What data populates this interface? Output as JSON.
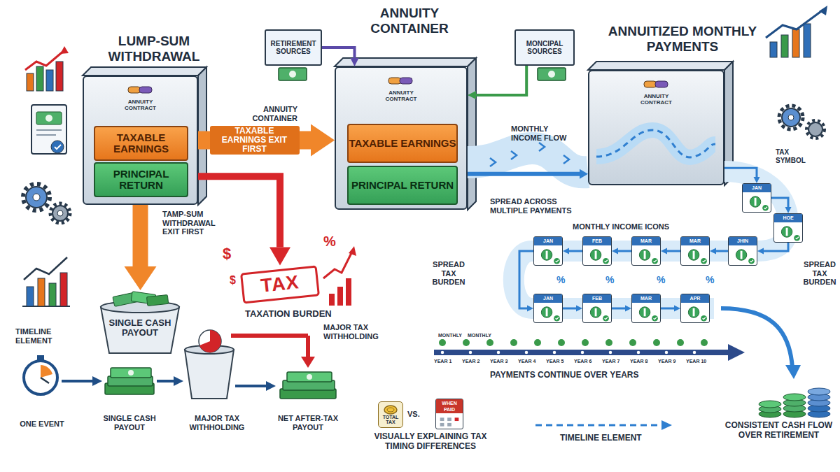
{
  "diagram": {
    "nodes": [
      {
        "text": [
          "ANNUITY CONTRACT"
        ]
      },
      {
        "text": [
          "TAXABLE EARNINGS"
        ],
        "in": 0
      },
      {
        "text": [
          "PRINCIPAL RETURN"
        ],
        "in": 0
      },
      {
        "text": [
          "RETIREMENT SOURCES"
        ]
      },
      {
        "text": [
          "MONCIPAL SOURCES"
        ]
      },
      {
        "text": [
          "ANNUITY CONTRACT"
        ]
      },
      {
        "text": [
          "TAXABLE EARNINGS"
        ],
        "in": 5
      },
      {
        "text": [
          "PRINCIPAL RETURN"
        ],
        "in": 5
      },
      {
        "text": [
          "ANNUITY CONTRACT"
        ]
      },
      {
        "text": [
          "TAX"
        ]
      },
      {
        "text": [
          "SINGLE CASH PAYOUT"
        ]
      },
      {
        "text": [
          "JAN"
        ]
      },
      {
        "text": [
          "HOE"
        ]
      },
      {
        "text": [
          "JAN"
        ]
      },
      {
        "text": [
          "FEB"
        ]
      },
      {
        "text": [
          "MAR"
        ]
      },
      {
        "text": [
          "MAR"
        ]
      },
      {
        "text": [
          "JHIN"
        ]
      },
      {
        "text": [
          "JAN"
        ]
      },
      {
        "text": [
          "FEB"
        ]
      },
      {
        "text": [
          "MAR"
        ]
      },
      {
        "text": [
          "APR"
        ]
      },
      {
        "text": [
          "TOTAL TAX"
        ]
      },
      {
        "text": [
          "WHEN PAID"
        ]
      }
    ],
    "edges": [
      {
        "from": 3,
        "to": 5,
        "arrow": "to"
      },
      {
        "from": 4,
        "to": 5,
        "arrow": "to"
      },
      {
        "from": 0,
        "to": 5,
        "label": "TAXABLE EARNINGS EXIT FIRST",
        "arrow": "to"
      },
      {
        "from": 0,
        "to": 9,
        "arrow": "to"
      },
      {
        "from": 0,
        "to": 10,
        "arrow": "to"
      },
      {
        "from": 5,
        "to": 8,
        "arrow": "to"
      },
      {
        "from": 8,
        "to": 11,
        "arrow": "to"
      },
      {
        "from": 11,
        "to": 12,
        "arrow": "to"
      },
      {
        "from": 12,
        "to": 17,
        "arrow": "to"
      },
      {
        "from": 17,
        "to": 16,
        "arrow": "to"
      },
      {
        "from": 16,
        "to": 15,
        "arrow": "to"
      },
      {
        "from": 15,
        "to": 14,
        "arrow": "to"
      },
      {
        "from": 14,
        "to": 13,
        "arrow": "to"
      },
      {
        "from": 13,
        "to": 18,
        "arrow": "to"
      },
      {
        "from": 18,
        "to": 19,
        "arrow": "to"
      },
      {
        "from": 19,
        "to": 20,
        "arrow": "to"
      },
      {
        "from": 20,
        "to": 21,
        "arrow": "to"
      }
    ],
    "labels": [
      "LUMP-SUM WITHDRAWAL",
      "ANNUITY CONTAINER",
      "ANNUITIZED MONTHLY PAYMENTS",
      "ANNUITY CONTAINER",
      "TAMP-SUM WITHDRAWAL EXIT FIRST",
      "TAXATION BURDEN",
      "$",
      "%",
      "$",
      "TIMELINE ELEMENT",
      "ONE EVENT",
      "SINGLE CASH PAYOUT",
      "MAJOR TAX WITHHOLDING",
      "NET AFTER-TAX PAYOUT",
      "MAJOR TAX WITHHOLDING",
      "VS.",
      "VISUALLY EXPLAINING TAX TIMING DIFFERENCES",
      "MONTHLY INCOME FLOW",
      "SPREAD ACROSS MULTIPLE PAYMENTS",
      "MONTHLY INCOME ICONS",
      "TAX SYMBOL",
      "SPREAD TAX BURDEN",
      "SPREAD TAX BURDEN",
      "MONTHLY",
      "MONTHLY",
      "YEAR 1",
      "YEAR 2",
      "YEAR 3",
      "YEAR 4",
      "YEAR 5",
      "YEAR 6",
      "YEAR 7",
      "YEAR 8",
      "YEAR 9",
      "YEAR 10",
      "PAYMENTS CONTINUE OVER YEARS",
      "TIMELINE ELEMENT",
      "CONSISTENT CASH FLOW OVER RETIREMENT",
      "%",
      "%",
      "%",
      "%"
    ]
  }
}
